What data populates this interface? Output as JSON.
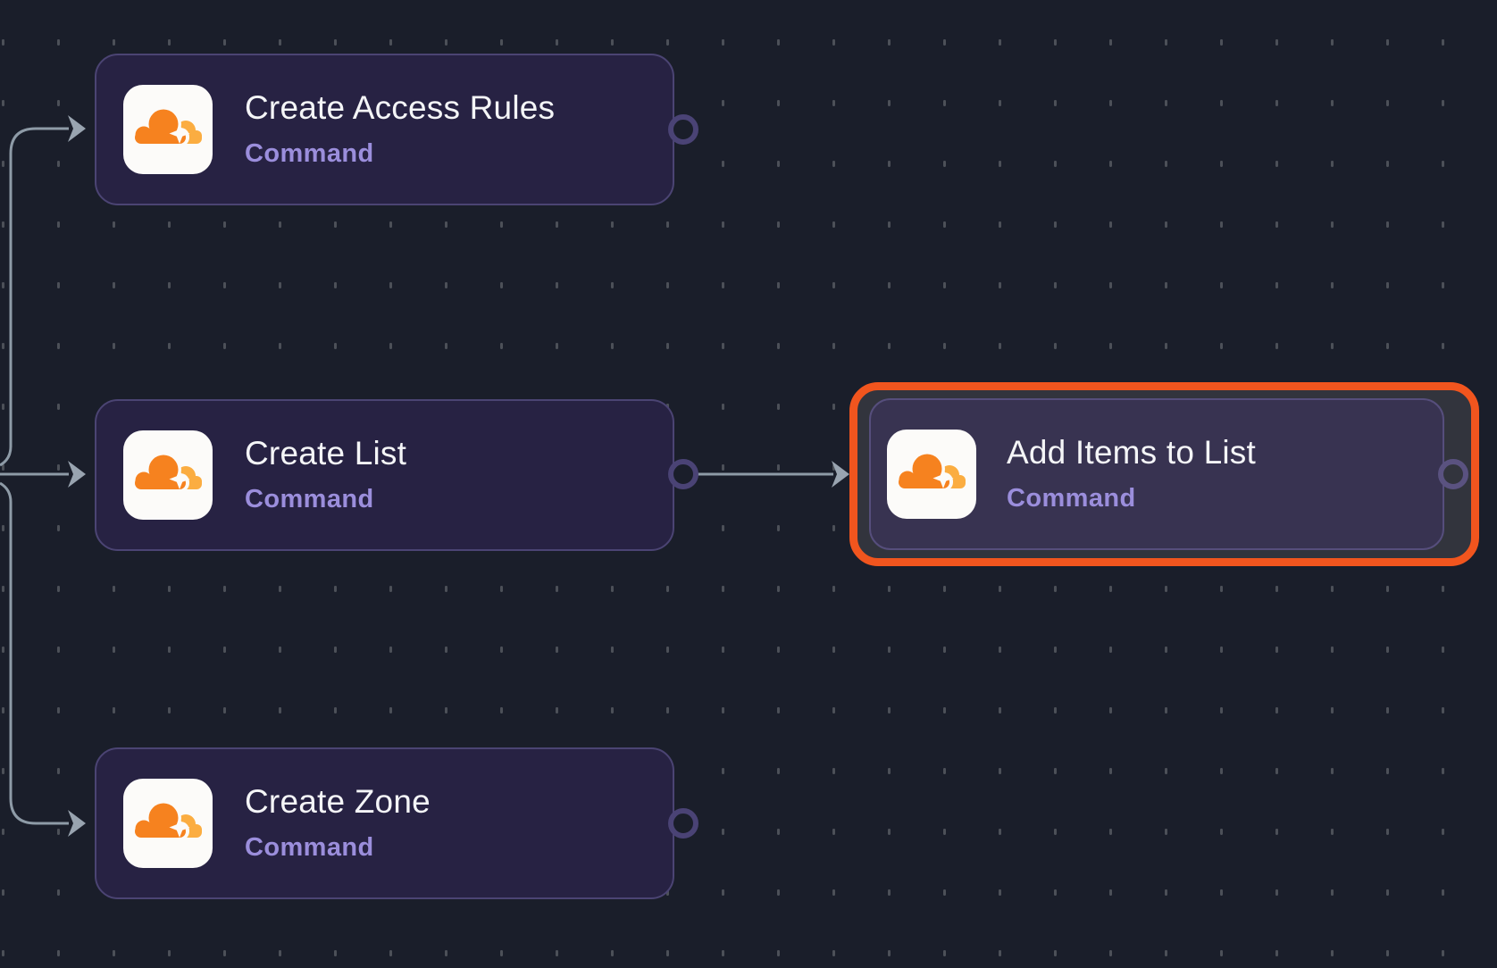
{
  "app": {
    "view": "workflow-canvas"
  },
  "colors": {
    "canvas_background": "#1A1E2A",
    "grid_dot": "#4C5058",
    "node_fill": "#272243",
    "node_border": "#4B4473",
    "selected_node_fill": "#383351",
    "selected_node_border": "#564E7C",
    "selection_outline": "#F1551E",
    "selection_backdrop": "#32343D",
    "title_text": "#F4F5F7",
    "subtitle_text": "#9B8EDC",
    "edge": "#8E9BA7",
    "icon_background": "#FCFBF9",
    "cloud_orange": "#F6821F",
    "cloud_light_orange": "#FBAD41",
    "port_ring": "#4A4375"
  },
  "nodes": [
    {
      "id": "create-access-rules",
      "title": "Create Access Rules",
      "subtitle": "Command",
      "icon": "cloudflare-logo-icon",
      "selected": false,
      "output_port": true
    },
    {
      "id": "create-list",
      "title": "Create List",
      "subtitle": "Command",
      "icon": "cloudflare-logo-icon",
      "selected": false,
      "output_port": true
    },
    {
      "id": "create-zone",
      "title": "Create Zone",
      "subtitle": "Command",
      "icon": "cloudflare-logo-icon",
      "selected": false,
      "output_port": true
    },
    {
      "id": "add-items-to-list",
      "title": "Add Items to List",
      "subtitle": "Command",
      "icon": "cloudflare-logo-icon",
      "selected": true,
      "output_port": true
    }
  ],
  "edges": [
    {
      "from": "offscreen-left",
      "to": "create-access-rules"
    },
    {
      "from": "offscreen-left",
      "to": "create-list"
    },
    {
      "from": "offscreen-left",
      "to": "create-zone"
    },
    {
      "from": "create-list",
      "to": "add-items-to-list"
    }
  ]
}
